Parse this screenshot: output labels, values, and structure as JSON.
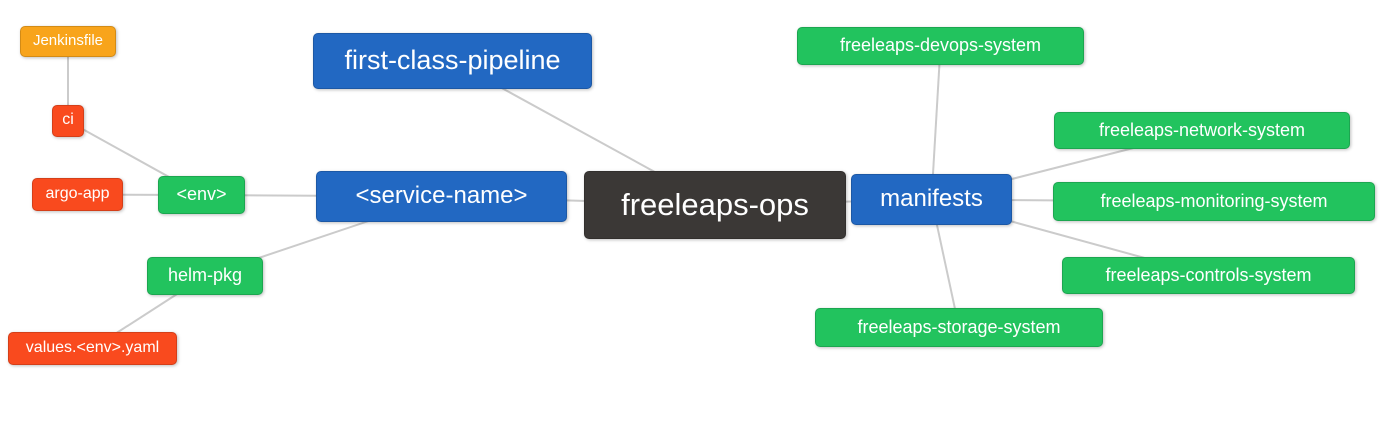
{
  "diagram": {
    "type": "mindmap",
    "root_label": "freeleaps-ops",
    "background": "#FFFFFF"
  },
  "palette": {
    "orange": "#F8A41B",
    "red": "#F94A1E",
    "green": "#22C35E",
    "blue": "#2268C2",
    "dark": "#3B3836",
    "edge_line": "#CBCBCB",
    "node_text": "#FFFFFF"
  },
  "nodes": [
    {
      "id": "jenkinsfile",
      "label": "Jenkinsfile",
      "color": "#F8A41B"
    },
    {
      "id": "ci",
      "label": "ci",
      "color": "#F94A1E"
    },
    {
      "id": "argo-app",
      "label": "argo-app",
      "color": "#F94A1E"
    },
    {
      "id": "env",
      "label": "<env>",
      "color": "#22C35E"
    },
    {
      "id": "helm-pkg",
      "label": "helm-pkg",
      "color": "#22C35E"
    },
    {
      "id": "values-env-yaml",
      "label": "values.<env>.yaml",
      "color": "#F94A1E"
    },
    {
      "id": "first-class-pipeline",
      "label": "first-class-pipeline",
      "color": "#2268C2"
    },
    {
      "id": "service-name",
      "label": "<service-name>",
      "color": "#2268C2"
    },
    {
      "id": "freeleaps-ops",
      "label": "freeleaps-ops",
      "color": "#3B3836"
    },
    {
      "id": "manifests",
      "label": "manifests",
      "color": "#2268C2"
    },
    {
      "id": "freeleaps-devops-system",
      "label": "freeleaps-devops-system",
      "color": "#22C35E"
    },
    {
      "id": "freeleaps-network-system",
      "label": "freeleaps-network-system",
      "color": "#22C35E"
    },
    {
      "id": "freeleaps-monitoring-system",
      "label": "freeleaps-monitoring-system",
      "color": "#22C35E"
    },
    {
      "id": "freeleaps-controls-system",
      "label": "freeleaps-controls-system",
      "color": "#22C35E"
    },
    {
      "id": "freeleaps-storage-system",
      "label": "freeleaps-storage-system",
      "color": "#22C35E"
    }
  ],
  "edges": [
    {
      "from": "jenkinsfile",
      "to": "ci"
    },
    {
      "from": "ci",
      "to": "env"
    },
    {
      "from": "argo-app",
      "to": "env"
    },
    {
      "from": "env",
      "to": "service-name"
    },
    {
      "from": "helm-pkg",
      "to": "service-name"
    },
    {
      "from": "helm-pkg",
      "to": "values-env-yaml"
    },
    {
      "from": "service-name",
      "to": "freeleaps-ops"
    },
    {
      "from": "first-class-pipeline",
      "to": "freeleaps-ops"
    },
    {
      "from": "freeleaps-ops",
      "to": "manifests"
    },
    {
      "from": "manifests",
      "to": "freeleaps-devops-system"
    },
    {
      "from": "manifests",
      "to": "freeleaps-network-system"
    },
    {
      "from": "manifests",
      "to": "freeleaps-monitoring-system"
    },
    {
      "from": "manifests",
      "to": "freeleaps-controls-system"
    },
    {
      "from": "manifests",
      "to": "freeleaps-storage-system"
    }
  ]
}
